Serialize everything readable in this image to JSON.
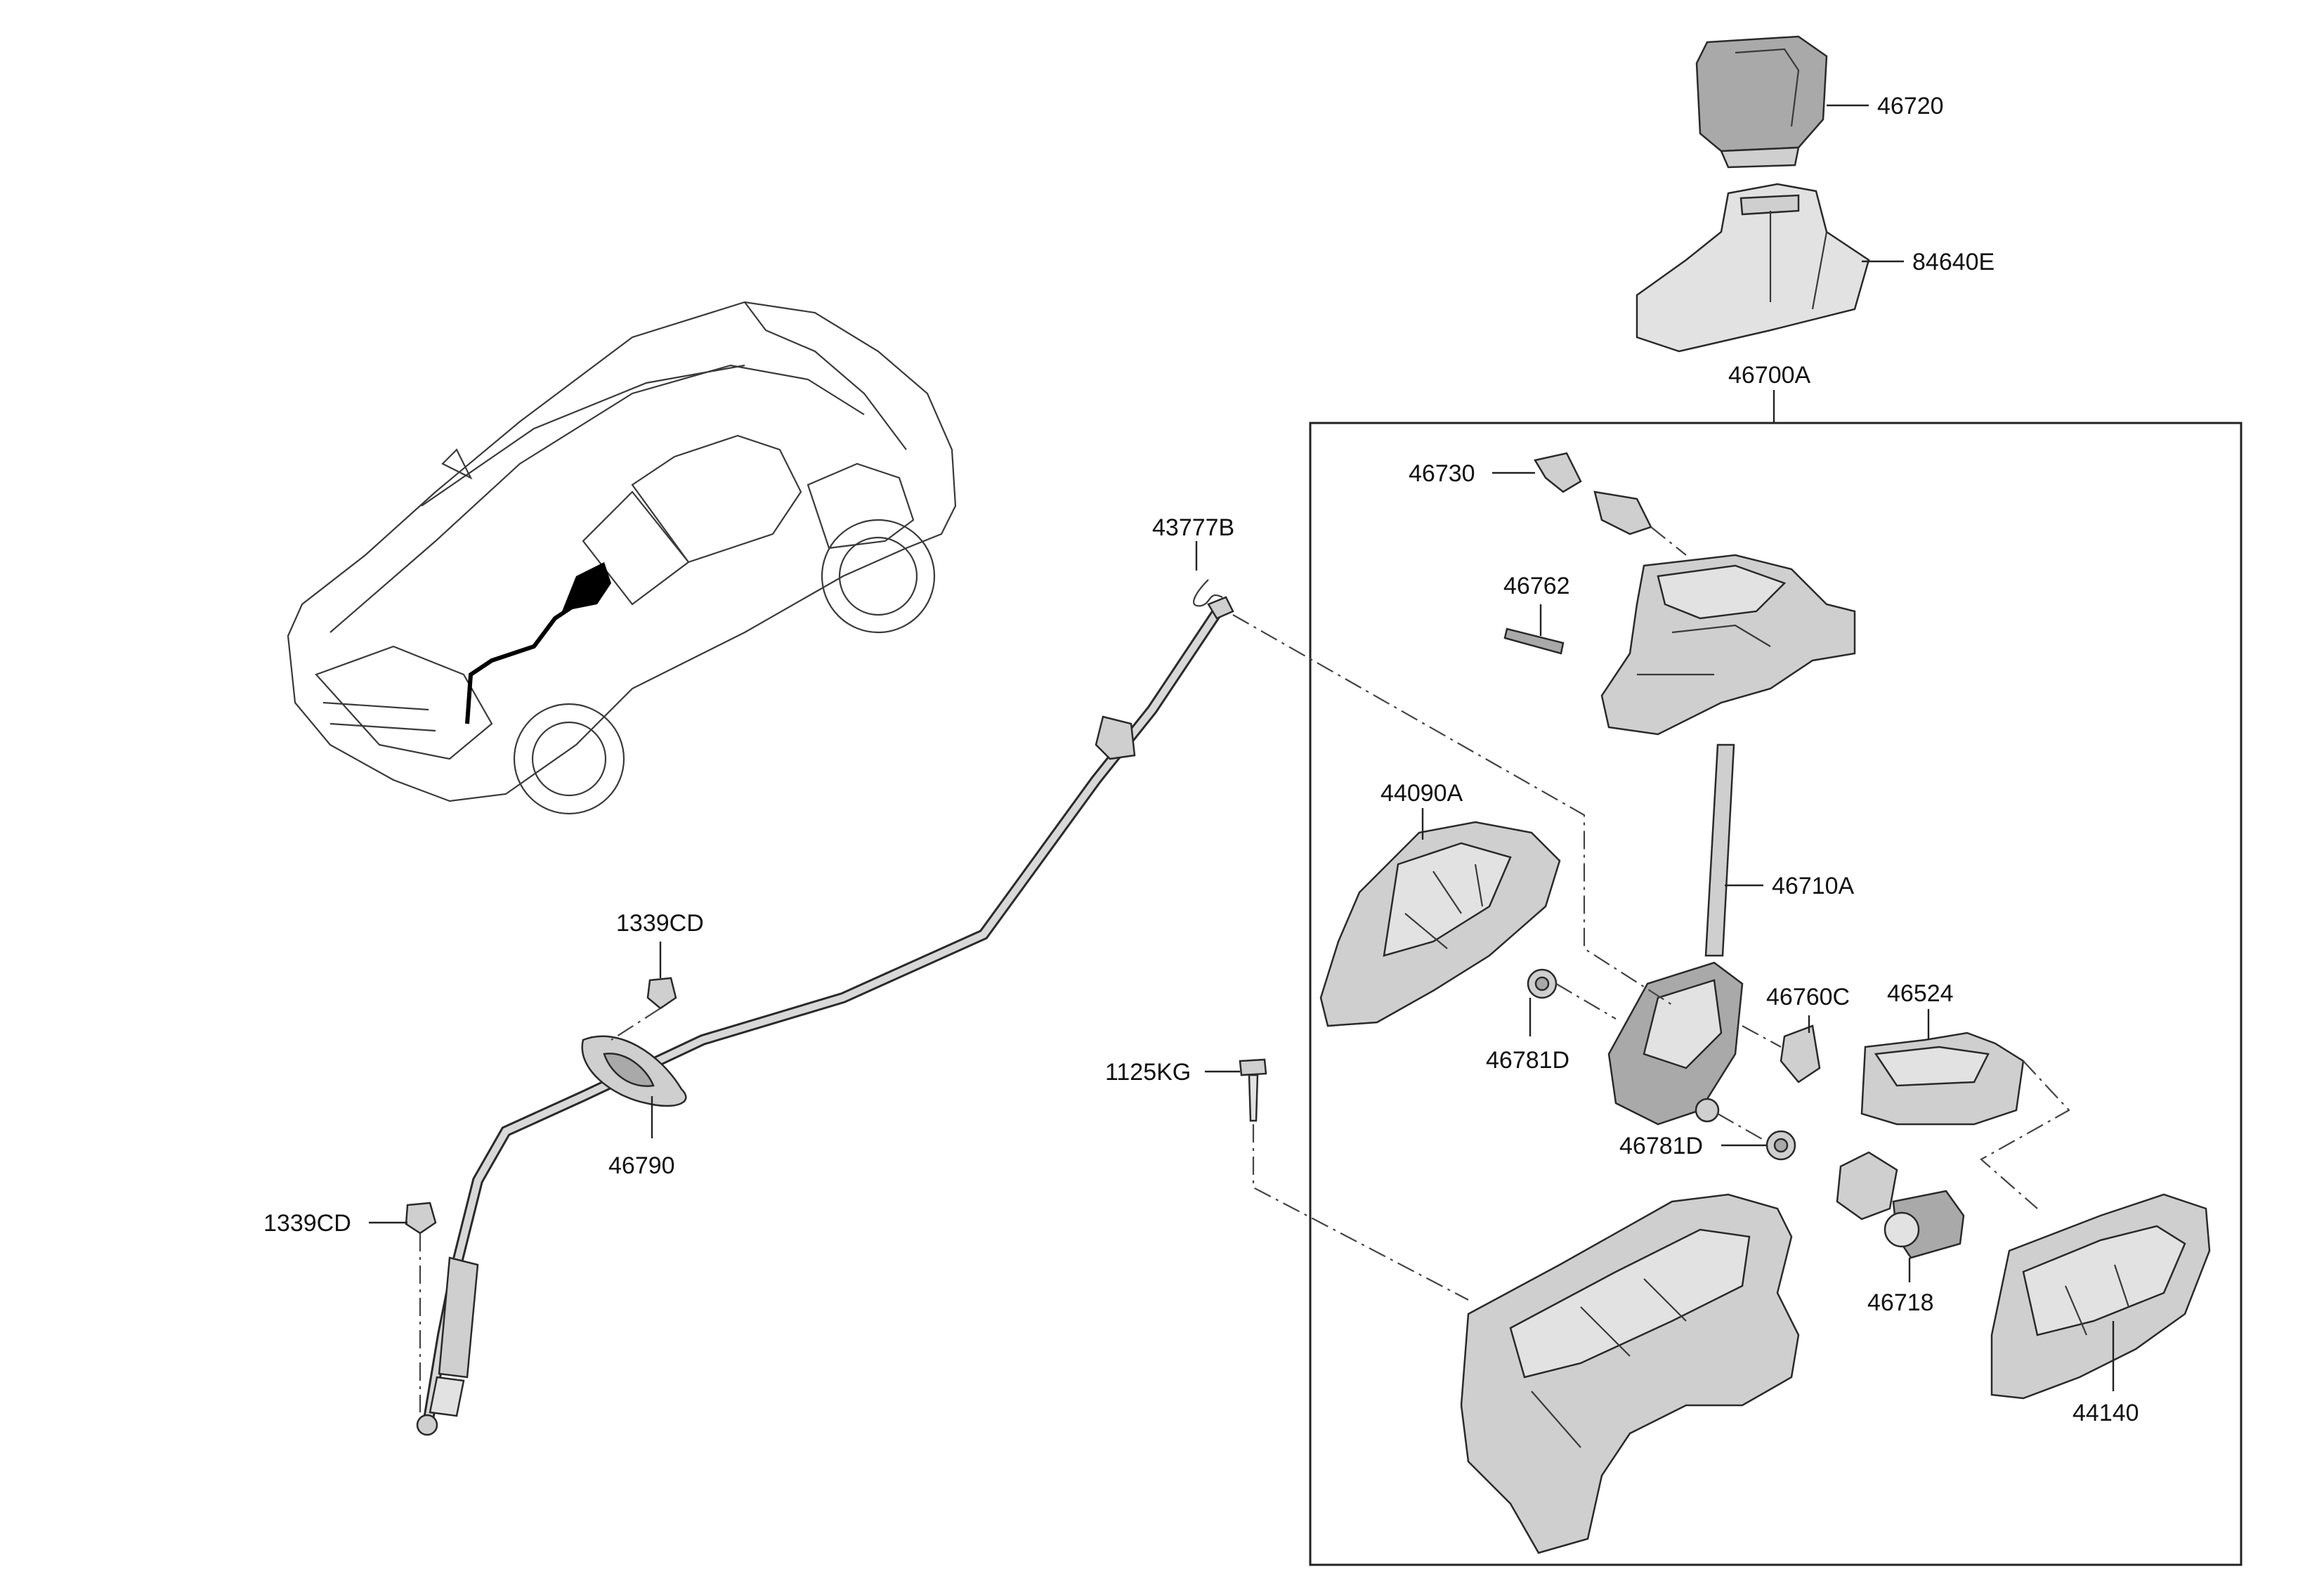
{
  "diagram": {
    "labels": {
      "knob": "46720",
      "boot": "84640E",
      "assembly": "46700A",
      "cover_46730": "46730",
      "pin_46762": "46762",
      "clip_43777B": "43777B",
      "bracket_44090A": "44090A",
      "lever_46710A": "46710A",
      "switch_46760C": "46760C",
      "module_46524": "46524",
      "bushing_46781D_a": "46781D",
      "bushing_46781D_b": "46781D",
      "bolt_1125KG": "1125KG",
      "nut_1339CD_upper": "1339CD",
      "nut_1339CD_lower": "1339CD",
      "grommet_46790": "46790",
      "solenoid_46718": "46718",
      "housing_44140": "44140"
    }
  }
}
